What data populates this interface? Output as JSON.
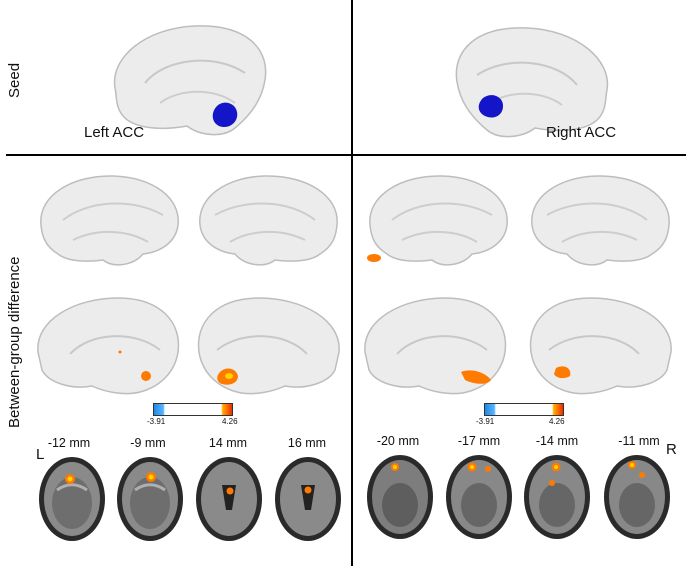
{
  "row_labels": {
    "seed": "Seed",
    "between": "Between-group difference"
  },
  "seed_labels": {
    "left": "Left ACC",
    "right": "Right ACC"
  },
  "hemisphere_markers": {
    "left": "L",
    "right": "R"
  },
  "colorbar_left": {
    "min": "-3.91",
    "max": "4.26"
  },
  "colorbar_right": {
    "min": "-3.91",
    "max": "4.26"
  },
  "slices_left": [
    "-12 mm",
    "-9 mm",
    "14 mm",
    "16 mm"
  ],
  "slices_right": [
    "-20 mm",
    "-17 mm",
    "-14 mm",
    "-11 mm"
  ],
  "colors": {
    "seed": "#1414c8",
    "cluster": "#ff7a00",
    "cluster_core": "#ffd200",
    "brain": "#ececec"
  }
}
